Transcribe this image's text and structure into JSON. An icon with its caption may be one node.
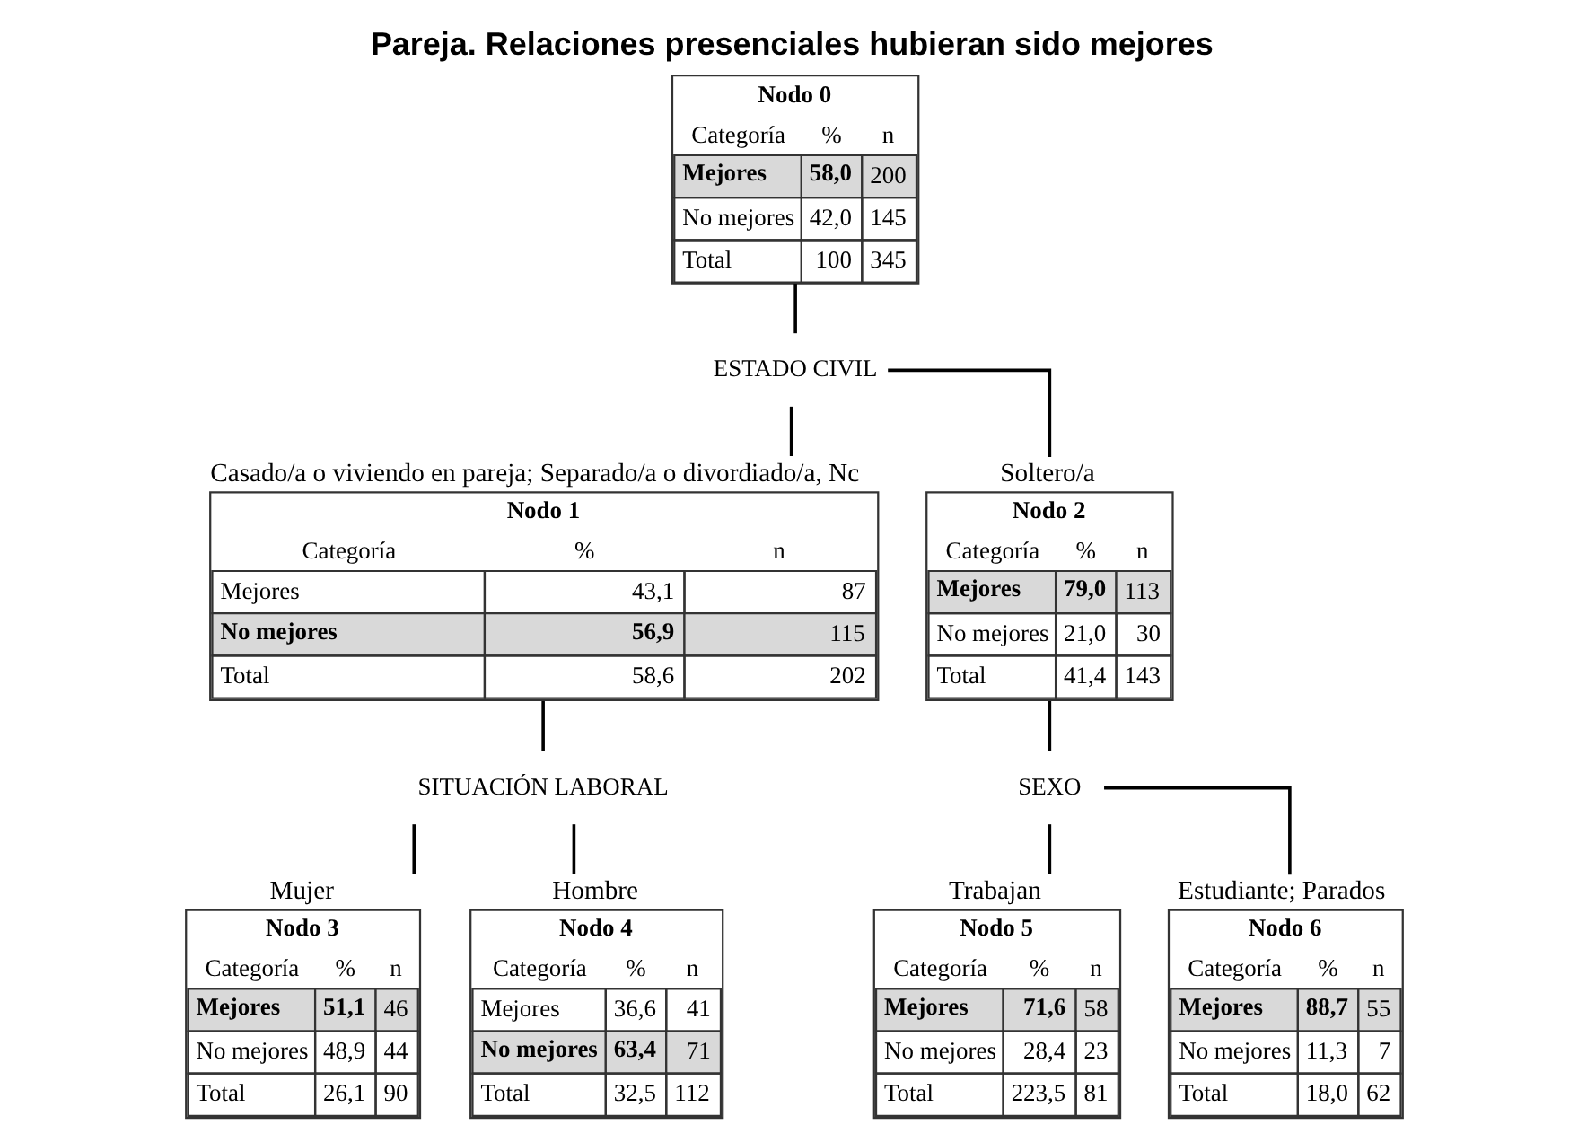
{
  "diagram": {
    "title": "Pareja. Relaciones presenciales hubieran sido mejores",
    "nodes": [
      {
        "text": [
          "Nodo 0",
          "Categoría",
          "%",
          "n",
          "Mejores",
          "58,0",
          "200",
          "No mejores",
          "42,0",
          "145",
          "Total",
          "100",
          "345"
        ]
      },
      {
        "text": [
          "ESTADO CIVIL"
        ]
      },
      {
        "text": [
          "Nodo 1",
          "Categoría",
          "%",
          "n",
          "Mejores",
          "43,1",
          "87",
          "No mejores",
          "56,9",
          "115",
          "Total",
          "58,6",
          "202"
        ],
        "beside": [
          "Casado/a o viviendo en pareja; Separado/a o divordiado/a, Nc"
        ]
      },
      {
        "text": [
          "Nodo 2",
          "Categoría",
          "%",
          "n",
          "Mejores",
          "79,0",
          "113",
          "No mejores",
          "21,0",
          "30",
          "Total",
          "41,4",
          "143"
        ],
        "beside": [
          "Soltero/a"
        ]
      },
      {
        "text": [
          "SITUACIÓN LABORAL"
        ]
      },
      {
        "text": [
          "SEXO"
        ]
      },
      {
        "text": [
          "Nodo 3",
          "Categoría",
          "%",
          "n",
          "Mejores",
          "51,1",
          "46",
          "No mejores",
          "48,9",
          "44",
          "Total",
          "26,1",
          "90"
        ],
        "beside": [
          "Mujer"
        ]
      },
      {
        "text": [
          "Nodo 4",
          "Categoría",
          "%",
          "n",
          "Mejores",
          "36,6",
          "41",
          "No mejores",
          "63,4",
          "71",
          "Total",
          "32,5",
          "112"
        ],
        "beside": [
          "Hombre"
        ]
      },
      {
        "text": [
          "Nodo 5",
          "Categoría",
          "%",
          "n",
          "Mejores",
          "71,6",
          "58",
          "No mejores",
          "28,4",
          "23",
          "Total",
          "223,5",
          "81"
        ],
        "beside": [
          "Trabajan"
        ]
      },
      {
        "text": [
          "Nodo 6",
          "Categoría",
          "%",
          "n",
          "Mejores",
          "88,7",
          "55",
          "No mejores",
          "11,3",
          "7",
          "Total",
          "18,0",
          "62"
        ],
        "beside": [
          "Estudiante; Parados"
        ]
      }
    ],
    "edges": [
      {
        "from": 0,
        "to": 1,
        "arrow": "none"
      },
      {
        "from": 1,
        "to": 2,
        "arrow": "none"
      },
      {
        "from": 1,
        "to": 3,
        "arrow": "none"
      },
      {
        "from": 2,
        "to": 4,
        "arrow": "none"
      },
      {
        "from": 3,
        "to": 5,
        "arrow": "none"
      },
      {
        "from": 4,
        "to": 6,
        "arrow": "none"
      },
      {
        "from": 4,
        "to": 7,
        "arrow": "none"
      },
      {
        "from": 5,
        "to": 8,
        "arrow": "none"
      },
      {
        "from": 5,
        "to": 9,
        "arrow": "none"
      }
    ]
  }
}
